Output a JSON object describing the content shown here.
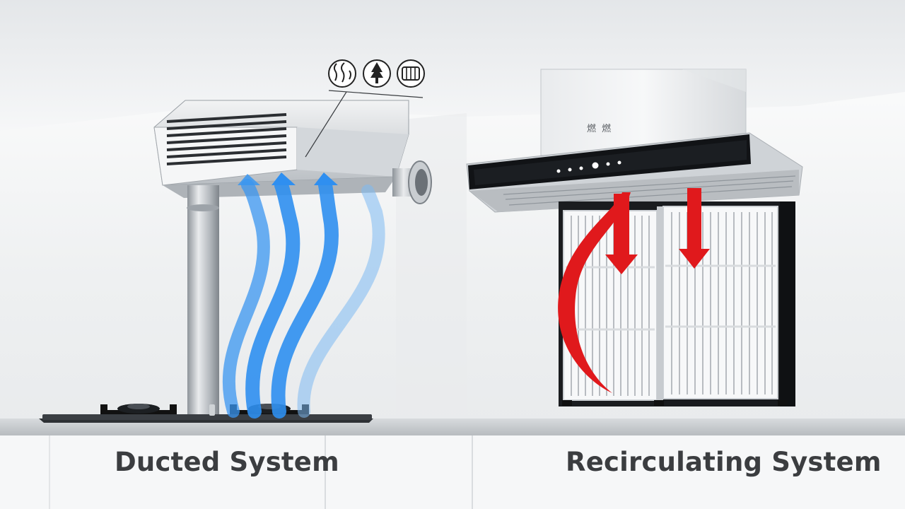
{
  "labels": {
    "ducted": "Ducted System",
    "recirculating": "Recirculating System",
    "hood_panel_text": "燃 燃"
  },
  "icons": [
    "smoke-icon",
    "tree-icon",
    "filter-icon"
  ],
  "colors": {
    "ducted_airflow": "#2f8ff0",
    "recirculating_airflow": "#e0191c",
    "wall": "#f3f4f5",
    "steel": "#c8ccd0",
    "caption": "#3b3d40"
  }
}
